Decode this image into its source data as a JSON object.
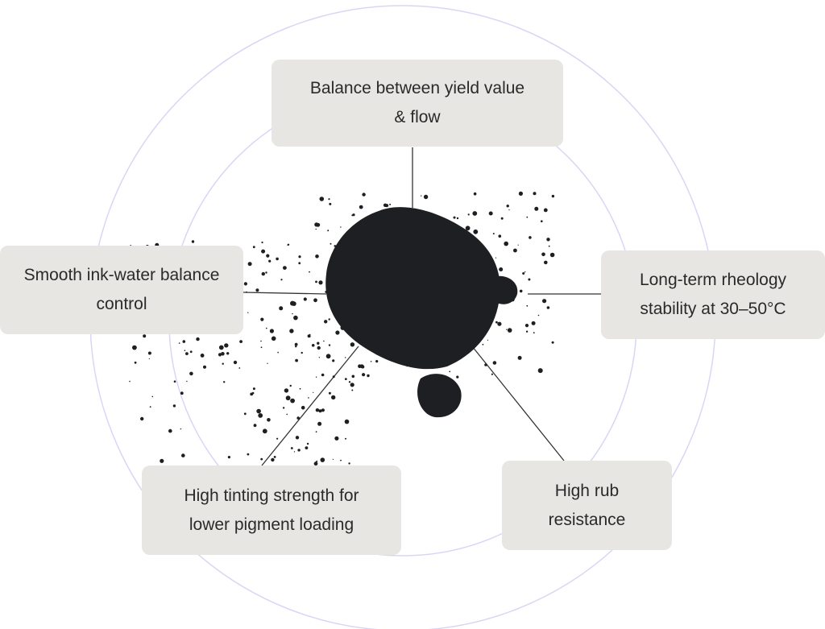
{
  "features": [
    {
      "id": "top",
      "text": "Balance between yield value & flow"
    },
    {
      "id": "left",
      "text": "Smooth ink-water balance control"
    },
    {
      "id": "right",
      "text": "Long-term rheology stability at 30–50°C"
    },
    {
      "id": "bottom-left",
      "text": "High tinting strength for lower pigment loading"
    },
    {
      "id": "bottom-right",
      "text": "High rub resistance"
    }
  ],
  "colors": {
    "box": "#e8e6e3",
    "circle": "#d9d6f5",
    "line": "#333333",
    "powder": "#1d1f22"
  }
}
